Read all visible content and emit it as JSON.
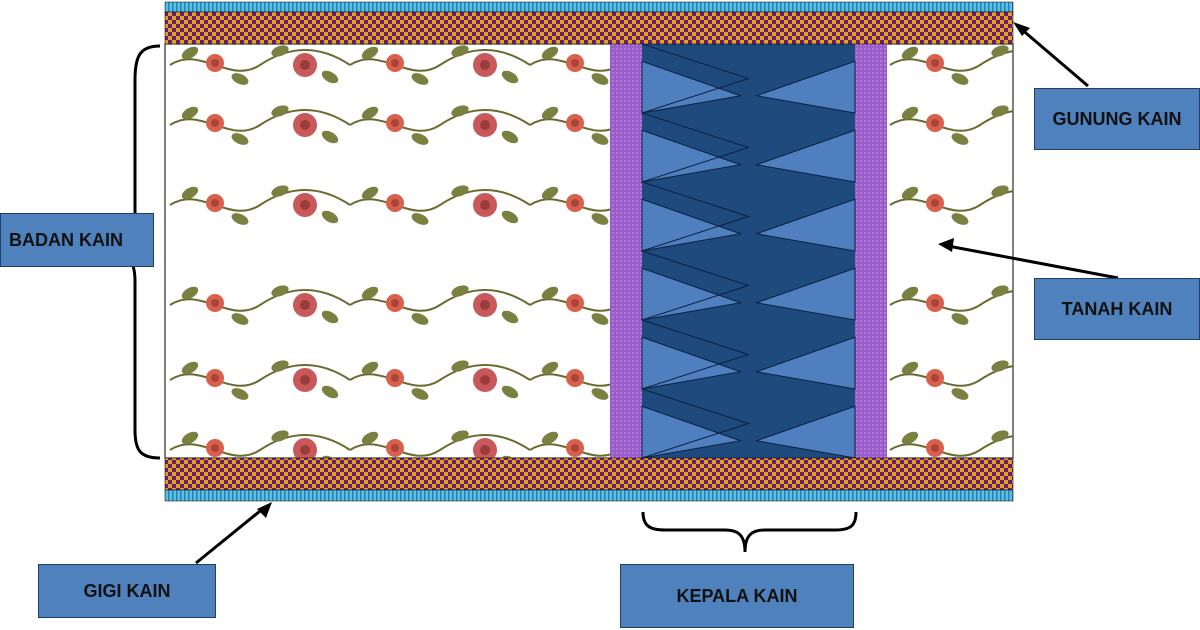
{
  "labels": {
    "gunung_kain": "GUNUNG KAIN",
    "badan_kain": "BADAN KAIN",
    "tanah_kain": "TANAH KAIN",
    "gigi_kain": "GIGI KAIN",
    "kepala_kain": "KEPALA KAIN"
  },
  "colors": {
    "label_fill": "#4f81bd",
    "checker_a": "#6a1f6e",
    "checker_b": "#e0a020",
    "edge_stripe": "#5bc0e8",
    "kepala_border": "#9a5cc8",
    "zigzag_dark": "#1f4a7e",
    "zigzag_light": "#4f7fbf",
    "flower": "#d9614c",
    "leaf": "#7a8040"
  }
}
